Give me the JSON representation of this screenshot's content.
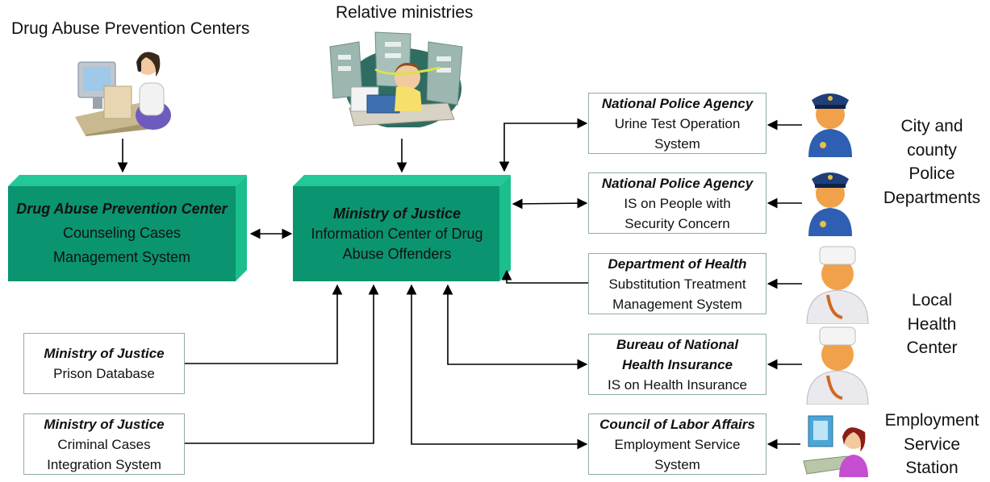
{
  "headings": {
    "drug_centers": "Drug Abuse Prevention Centers",
    "relative_ministries": "Relative ministries"
  },
  "hubs": {
    "drug_center": {
      "org": "Drug Abuse Prevention Center",
      "lines": [
        "Counseling Cases",
        "Management System"
      ]
    },
    "moj_center": {
      "org": "Ministry of Justice",
      "lines": [
        "Information Center of Drug",
        "Abuse Offenders"
      ]
    }
  },
  "left_boxes": [
    {
      "org": "Ministry of Justice",
      "lines": [
        "Prison Database"
      ]
    },
    {
      "org": "Ministry of Justice",
      "lines": [
        "Criminal Cases",
        "Integration System"
      ]
    }
  ],
  "right_boxes": [
    {
      "org": "National Police Agency",
      "lines": [
        "Urine Test Operation",
        "System"
      ]
    },
    {
      "org": "National Police Agency",
      "lines": [
        "IS on People with",
        "Security Concern"
      ]
    },
    {
      "org": "Department of Health",
      "lines": [
        "Substitution Treatment",
        "Management System"
      ]
    },
    {
      "org": "Bureau of National Health Insurance",
      "org_lines": [
        "Bureau of National",
        "Health Insurance"
      ],
      "lines": [
        "IS on Health Insurance"
      ]
    },
    {
      "org": "Council of Labor Affairs",
      "lines": [
        "Employment Service",
        "System"
      ]
    }
  ],
  "side_labels": {
    "police": [
      "City and",
      "county",
      "Police",
      "Departments"
    ],
    "health": [
      "Local",
      "Health",
      "Center"
    ],
    "employment": [
      "Employment",
      "Service",
      "Station"
    ]
  },
  "colors": {
    "hub_front": "#0a9470",
    "hub_side": "#1bbf8c",
    "hub_top": "#23c898",
    "box_border": "#8fae9d",
    "arrow": "#000000"
  },
  "icons": {
    "counselor": "counselor-at-computer-icon",
    "ministry": "ministry-office-worker-icon",
    "police": "police-officer-icon",
    "doctor": "doctor-icon",
    "employment_clerk": "employment-clerk-icon"
  }
}
